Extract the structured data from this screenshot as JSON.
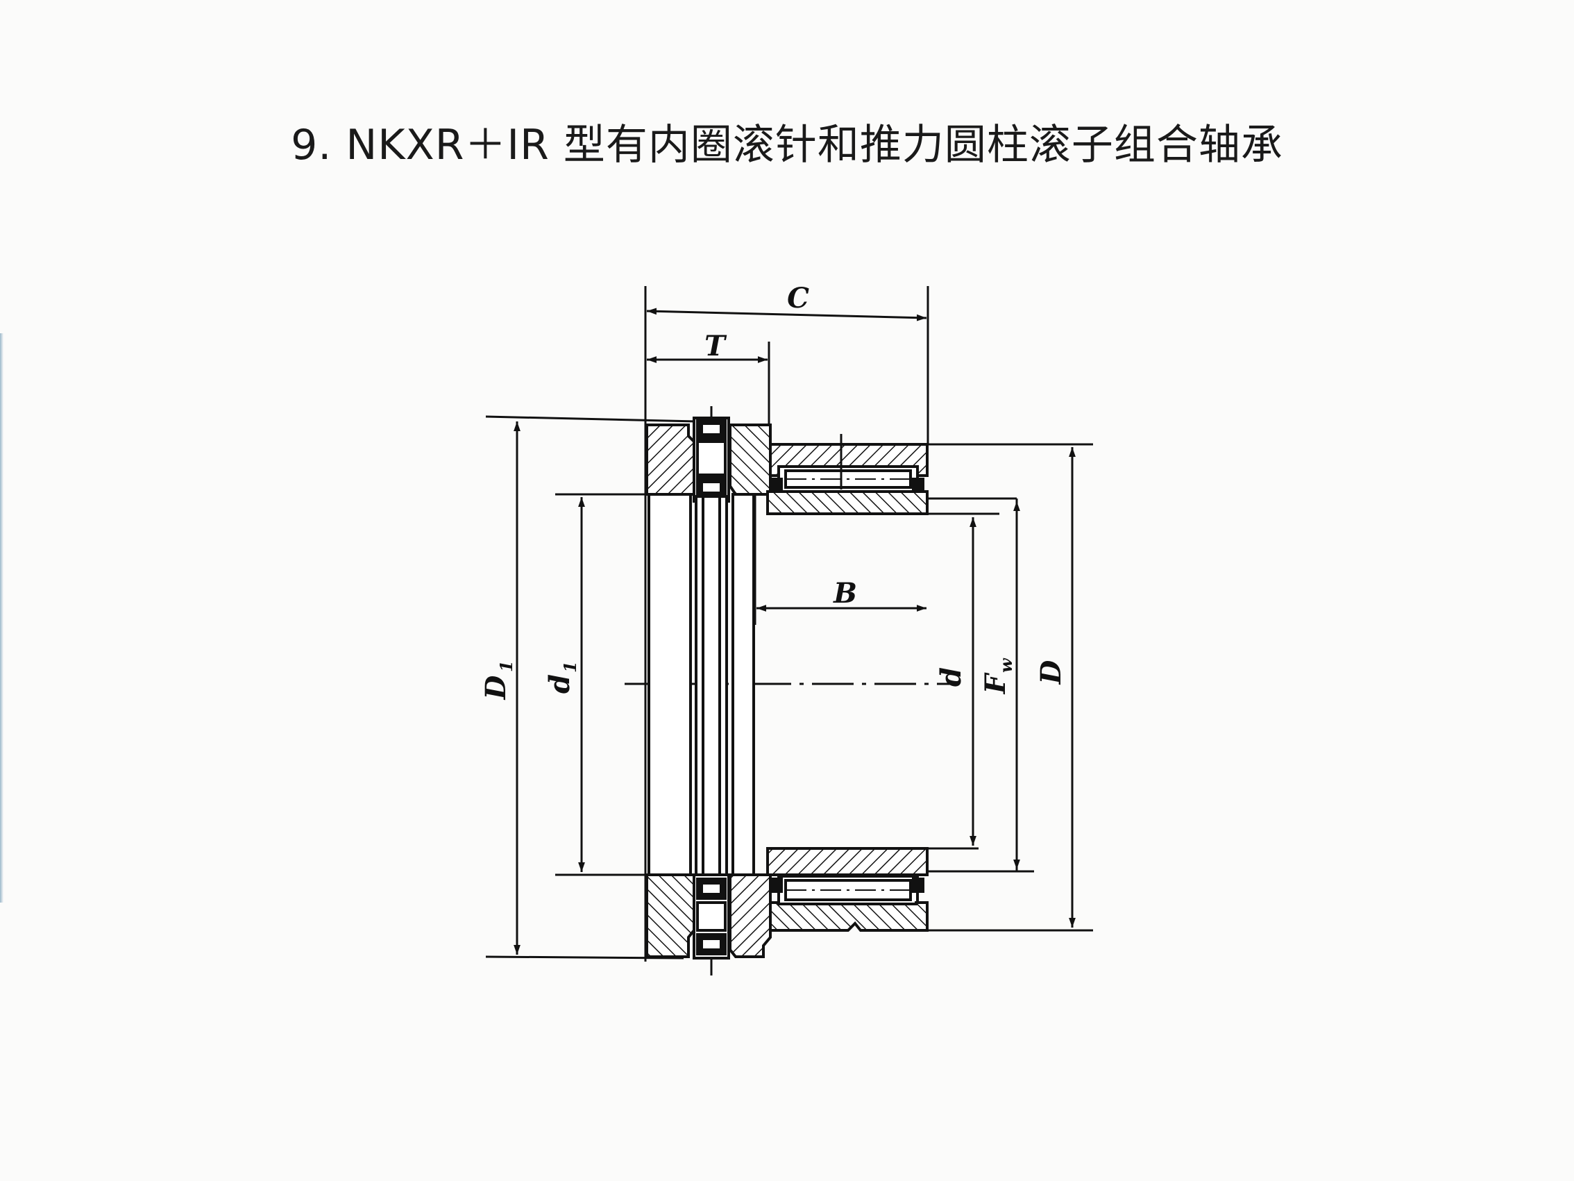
{
  "title": "9. NKXR＋IR 型有内圈滚针和推力圆柱滚子组合轴承",
  "dimensions": {
    "C": "C",
    "T": "T",
    "B": "B",
    "D1": "D",
    "D1_sub": "1",
    "d1": "d",
    "d1_sub": "1",
    "d": "d",
    "Fw": "F",
    "Fw_sub": "w",
    "D": "D"
  }
}
